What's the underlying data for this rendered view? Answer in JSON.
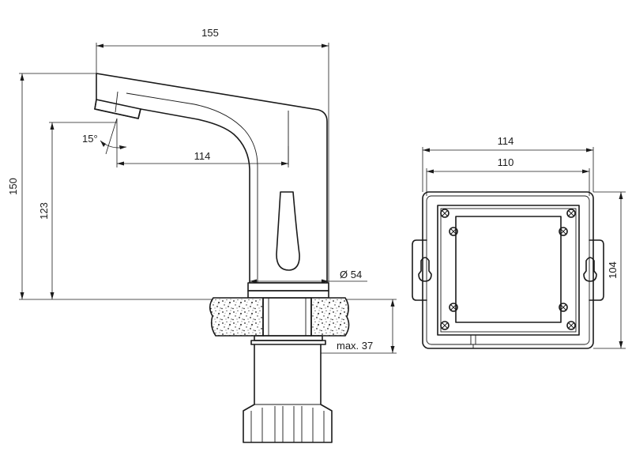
{
  "faucet_view": {
    "dim_total_length": "155",
    "dim_spout_reach": "114",
    "dim_total_height": "150",
    "dim_spout_height": "123",
    "dim_spout_angle": "15°",
    "dim_base_diameter": "Ø 54",
    "dim_max_thickness": "max. 37"
  },
  "box_view": {
    "dim_outer_width": "114",
    "dim_inner_width": "110",
    "dim_height": "104"
  }
}
